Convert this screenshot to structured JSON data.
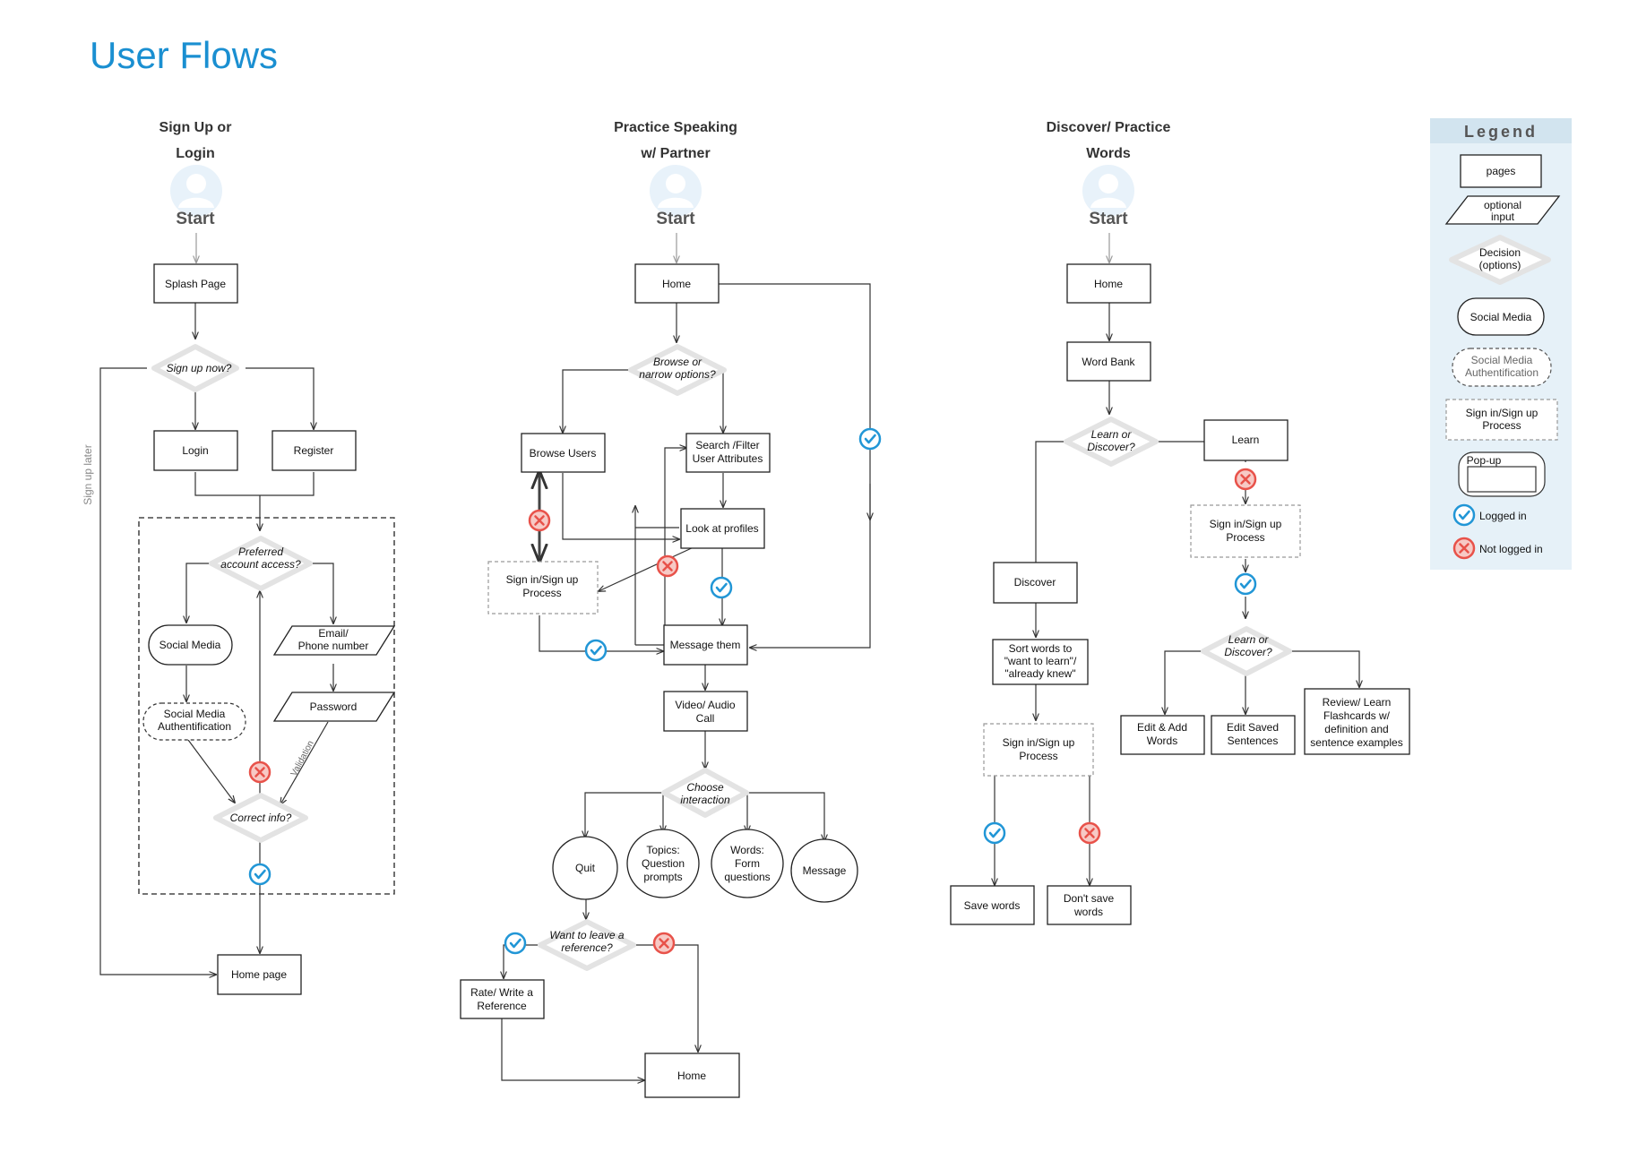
{
  "title": "User Flows",
  "colors": {
    "title": "#1a8fd1",
    "check": "#2196d6",
    "cross": "#e8524a",
    "legend_bg": "#e6f1f8"
  },
  "icons": {
    "check": "check-circle-icon",
    "cross": "x-circle-icon",
    "start": "user-avatar-icon"
  },
  "flow1": {
    "heading_line1": "Sign Up or",
    "heading_line2": "Login",
    "start": "Start",
    "splash": "Splash Page",
    "signup_now": "Sign up now?",
    "login": "Login",
    "register": "Register",
    "preferred_l1": "Preferred",
    "preferred_l2": "account access?",
    "social_media": "Social Media",
    "email_l1": "Email/",
    "email_l2": "Phone number",
    "password": "Password",
    "sm_auth_l1": "Social Media",
    "sm_auth_l2": "Authentification",
    "correct_info": "Correct info?",
    "validation": "Validation",
    "home_page": "Home page",
    "sign_up_later": "Sign up later"
  },
  "flow2": {
    "heading_line1": "Practice Speaking",
    "heading_line2": "w/ Partner",
    "start": "Start",
    "home": "Home",
    "browse_l1": "Browse or",
    "browse_l2": "narrow options?",
    "browse_users": "Browse Users",
    "search_l1": "Search /Filter",
    "search_l2": "User Attributes",
    "look_profiles": "Look at profiles",
    "signin_l1": "Sign in/Sign up",
    "signin_l2": "Process",
    "message_them": "Message them",
    "video_l1": "Video/ Audio",
    "video_l2": "Call",
    "choose_l1": "Choose",
    "choose_l2": "interaction",
    "quit": "Quit",
    "topics_l1": "Topics:",
    "topics_l2": "Question",
    "topics_l3": "prompts",
    "words_l1": "Words:",
    "words_l2": "Form",
    "words_l3": "questions",
    "message": "Message",
    "want_l1": "Want to leave a",
    "want_l2": "reference?",
    "rate_l1": "Rate/ Write a",
    "rate_l2": "Reference",
    "home_end": "Home"
  },
  "flow3": {
    "heading_line1": "Discover/ Practice",
    "heading_line2": "Words",
    "start": "Start",
    "home": "Home",
    "word_bank": "Word Bank",
    "lod_l1": "Learn or",
    "lod_l2": "Discover?",
    "learn": "Learn",
    "signin_l1": "Sign in/Sign up",
    "signin_l2": "Process",
    "discover": "Discover",
    "sort_l1": "Sort words to",
    "sort_l2": "\"want to learn\"/",
    "sort_l3": "\"already knew\"",
    "save_words": "Save words",
    "dont_l1": "Don't save",
    "dont_l2": "words",
    "edit_add_l1": "Edit & Add",
    "edit_add_l2": "Words",
    "edit_saved_l1": "Edit Saved",
    "edit_saved_l2": "Sentences",
    "review_l1": "Review/ Learn",
    "review_l2": "Flashcards w/",
    "review_l3": "definition and",
    "review_l4": "sentence examples"
  },
  "legend": {
    "title": "Legend",
    "pages": "pages",
    "optional_l1": "optional",
    "optional_l2": "input",
    "decision_l1": "Decision",
    "decision_l2": "(options)",
    "social_media": "Social Media",
    "sm_auth_l1": "Social Media",
    "sm_auth_l2": "Authentification",
    "signin_l1": "Sign in/Sign up",
    "signin_l2": "Process",
    "popup": "Pop-up",
    "logged_in": "Logged in",
    "not_logged_in": "Not logged in"
  }
}
